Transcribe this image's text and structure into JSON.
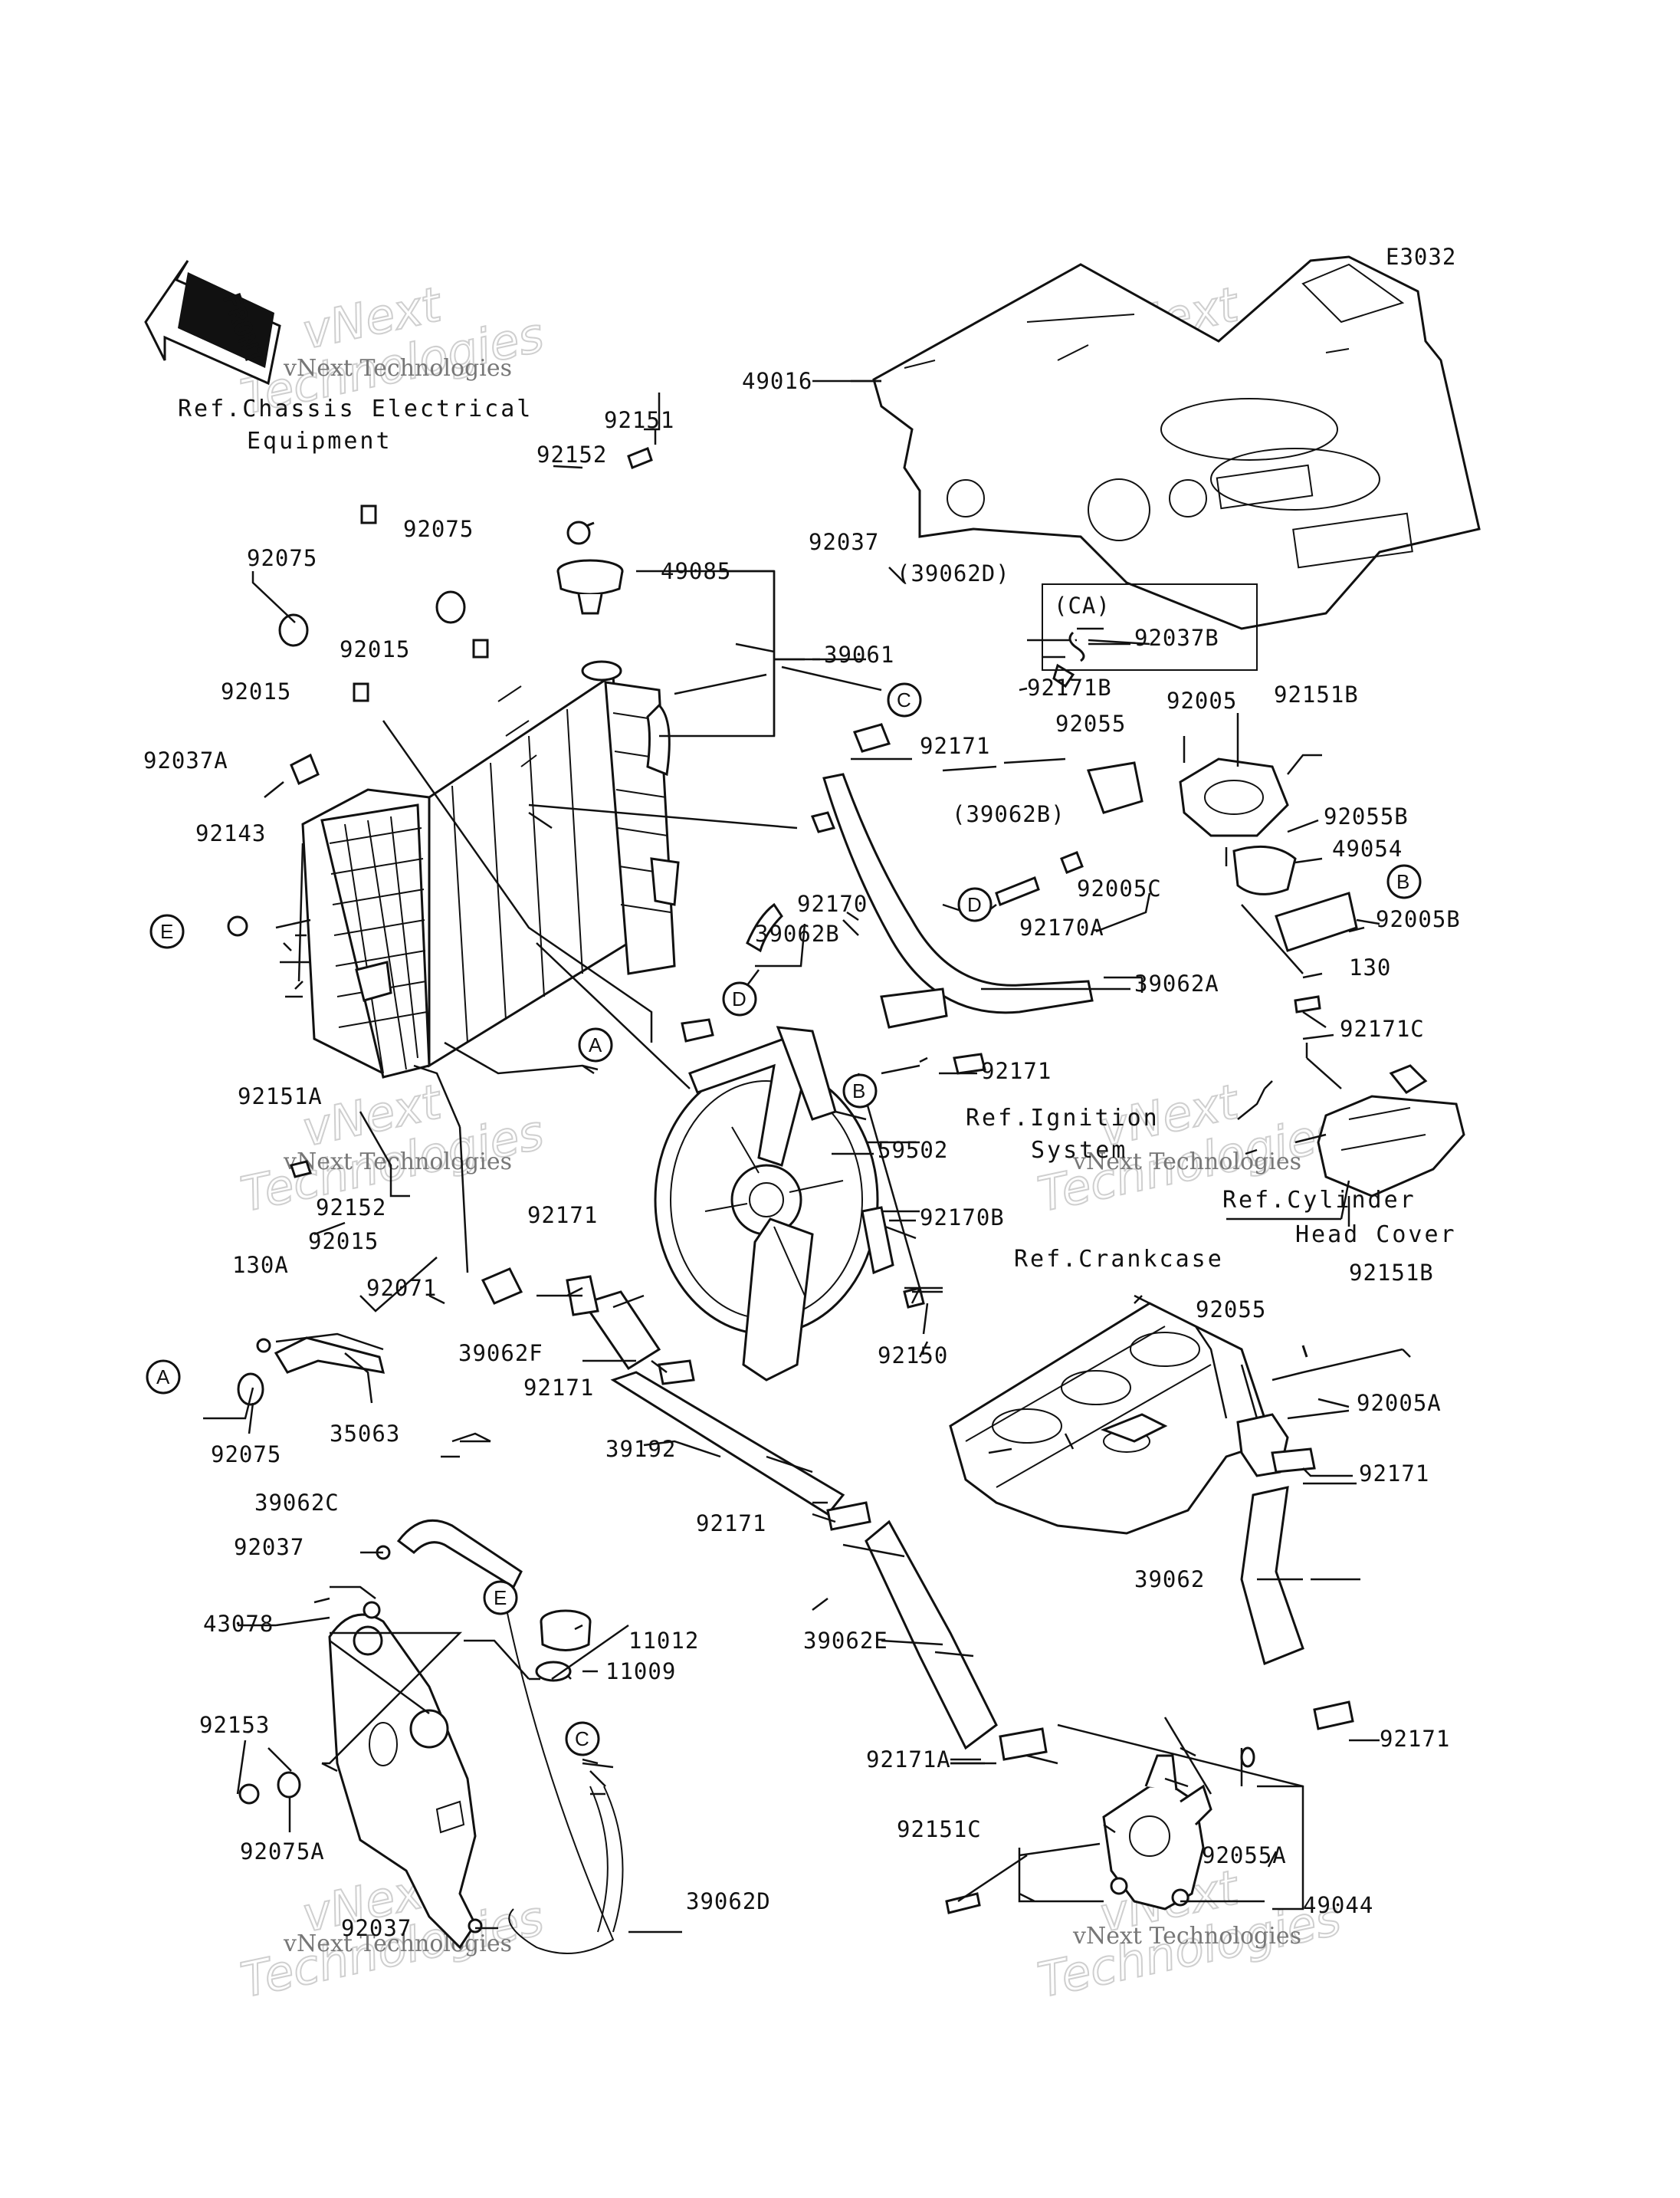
{
  "diagram_code": "E3032",
  "front_label": "FRONT",
  "references": [
    {
      "id": "ref-chassis-electrical",
      "lines": [
        "Ref.Chassis Electrical",
        "Equipment"
      ]
    },
    {
      "id": "ref-ignition-system",
      "lines": [
        "Ref.Ignition",
        "System"
      ]
    },
    {
      "id": "ref-cylinder-head-cover",
      "lines": [
        "Ref.Cylinder",
        "Head Cover"
      ]
    },
    {
      "id": "ref-crankcase",
      "lines": [
        "Ref.Crankcase"
      ]
    }
  ],
  "group_box_label": "(CA)",
  "connectors": [
    "A",
    "B",
    "C",
    "D",
    "E"
  ],
  "part_numbers": [
    "49016",
    "92151",
    "92152",
    "92075",
    "92075",
    "49085",
    "92037",
    "(39062D)",
    "92037B",
    "92015",
    "39061",
    "92171B",
    "92015",
    "92037A",
    "92171",
    "92055",
    "92005",
    "92151B",
    "92055B",
    "(39062B)",
    "49054",
    "92143",
    "92170",
    "92005C",
    "92005B",
    "92170A",
    "39062B",
    "130",
    "39062A",
    "92171C",
    "92171",
    "92151A",
    "59502",
    "92152",
    "92171",
    "92170B",
    "92015",
    "92071",
    "130A",
    "39062F",
    "92150",
    "92055",
    "92151B",
    "92171",
    "92005A",
    "39192",
    "35063",
    "92075",
    "92171",
    "39062C",
    "92037",
    "92171",
    "39062",
    "43078",
    "11012",
    "39062E",
    "11009",
    "92171",
    "92153",
    "92171A",
    "92055A",
    "92151C",
    "92075A",
    "92037",
    "39062D",
    "49044"
  ],
  "watermark": {
    "line1": "vNext Technologies",
    "line2": "Technologies",
    "prefix": "vNext"
  }
}
